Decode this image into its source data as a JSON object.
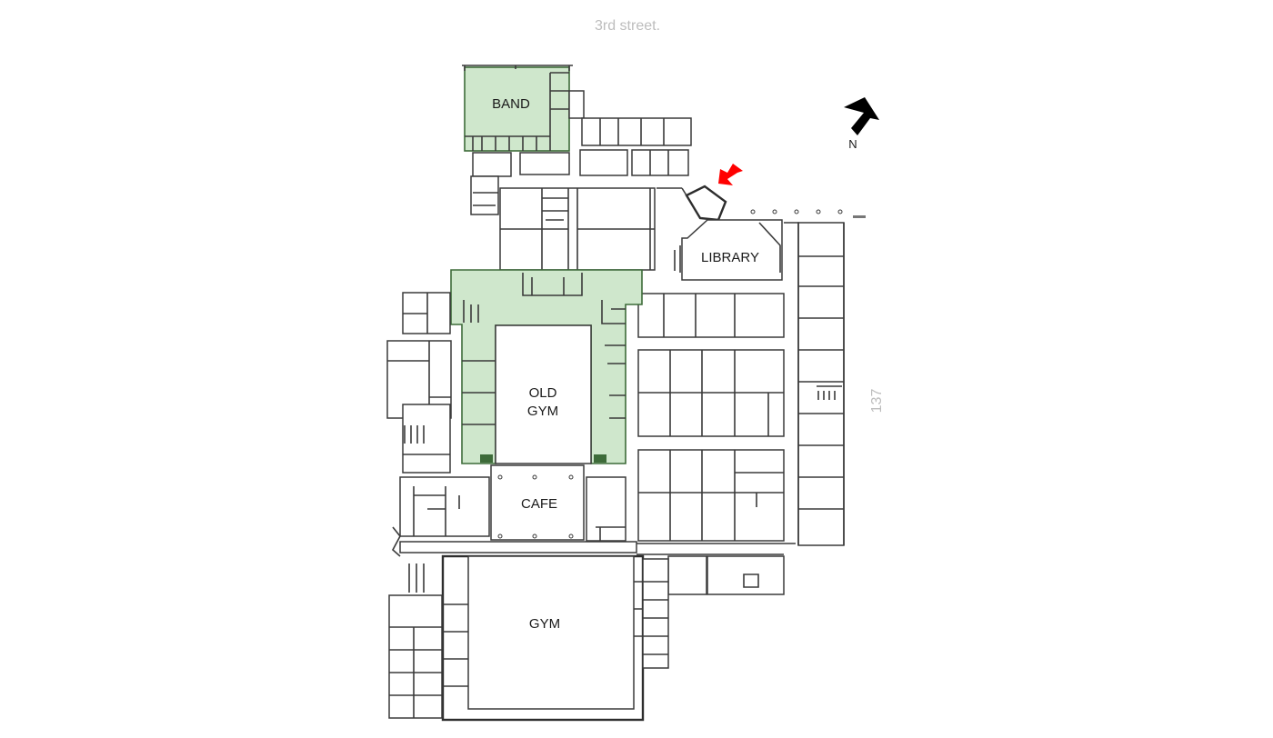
{
  "streets": {
    "top": "3rd street.",
    "right": "137"
  },
  "compass": {
    "label": "N",
    "icon": "north-arrow-icon"
  },
  "marker": {
    "icon": "entrance-arrow-icon",
    "color": "#ff0000"
  },
  "colors": {
    "highlight": "#cfe7cc",
    "highlight_stroke": "#3d6b39",
    "wall": "#3a3a3a"
  },
  "rooms": {
    "band": "BAND",
    "library": "LIBRARY",
    "old_gym_line1": "OLD",
    "old_gym_line2": "GYM",
    "cafe": "CAFE",
    "gym": "GYM"
  },
  "highlighted_areas": [
    "BAND",
    "OLD GYM"
  ]
}
